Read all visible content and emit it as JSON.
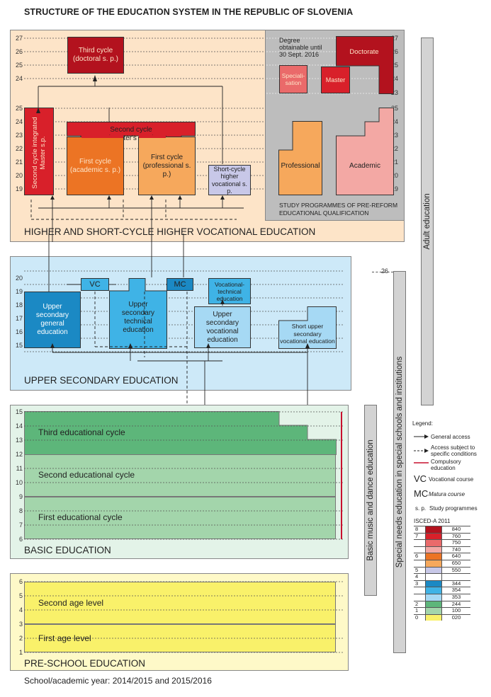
{
  "title": "STRUCTURE OF THE EDUCATION SYSTEM IN THE REPUBLIC OF SLOVENIA",
  "footer": "School/academic year: 2014/2015 and 2015/2016",
  "higher": {
    "label": "HIGHER AND SHORT-CYCLE HIGHER VOCATIONAL EDUCATION",
    "ticks_top": [
      "27",
      "26",
      "25",
      "24"
    ],
    "ticks_bottom": [
      "25",
      "24",
      "23",
      "22",
      "21",
      "20",
      "19"
    ],
    "ticks_right_top": [
      "27",
      "26",
      "25",
      "24",
      "23"
    ],
    "ticks_right_bottom": [
      "25",
      "24",
      "23",
      "22",
      "21",
      "20",
      "19"
    ],
    "third_cycle": "Third cycle",
    "third_cycle_sub": "(doctoral s. p.)",
    "second_cycle": "Second cycle",
    "second_cycle_sub": "(Master's s. p.)",
    "second_integrated_1": "Second cycle integrated",
    "second_integrated_2": "Master s.p.",
    "first_acad_1": "First cycle",
    "first_acad_2": "(academic s. p.)",
    "first_prof_1": "First cycle",
    "first_prof_2": "(professional s. p.)",
    "short_cycle_1": "Short-cycle",
    "short_cycle_2": "higher",
    "short_cycle_3": "vocational s. p.",
    "degree_note_1": "Degree",
    "degree_note_2": "obtainable until",
    "degree_note_3": "30 Sept. 2016",
    "doctorate": "Doctorate",
    "master": "Master",
    "specialisation_1": "Speciali-",
    "specialisation_2": "sation",
    "professional": "Professional",
    "academic": "Academic",
    "prereform_1": "STUDY PROGRAMMES OF PRE-REFORM",
    "prereform_2": "EDUCATIONAL QUALIFICATION"
  },
  "upper": {
    "label": "UPPER SECONDARY EDUCATION",
    "ticks": [
      "20",
      "19",
      "18",
      "17",
      "16",
      "15"
    ],
    "vc": "VC",
    "mc": "MC",
    "general_1": "Upper",
    "general_2": "secondary",
    "general_3": "general",
    "general_4": "education",
    "technical_1": "Upper",
    "technical_2": "secondary",
    "technical_3": "technical",
    "technical_4": "education",
    "vocational_1": "Upper",
    "vocational_2": "secondary",
    "vocational_3": "vocational",
    "vocational_4": "education",
    "voctech_1": "Vocational-",
    "voctech_2": "technical",
    "voctech_3": "education",
    "short_1": "Short upper",
    "short_2": "secondary",
    "short_3": "vocational education"
  },
  "basic": {
    "label": "BASIC EDUCATION",
    "ticks": [
      "15",
      "14",
      "13",
      "12",
      "11",
      "10",
      "9",
      "8",
      "7",
      "6"
    ],
    "third": "Third educational cycle",
    "second": "Second educational cycle",
    "first": "First educational cycle"
  },
  "preschool": {
    "label": "PRE-SCHOOL EDUCATION",
    "ticks": [
      "6",
      "5",
      "4",
      "3",
      "2",
      "1"
    ],
    "second": "Second age level",
    "first": "First age level"
  },
  "side": {
    "adult": "Adult education",
    "special": "Special needs education in special schools and institutions",
    "special_age": "26",
    "music": "Basic music and dance education"
  },
  "legend": {
    "title": "Legend:",
    "general": "General access",
    "conditional_1": "Access subject to",
    "conditional_2": "specific conditions",
    "compulsory_1": "Compulsory",
    "compulsory_2": "education",
    "vc_abbr": "VC",
    "vc_text": "Vocational course",
    "mc_abbr": "MC",
    "mc_text": "Matura course",
    "sp_abbr": "s. p.",
    "sp_text": "Study programmes",
    "isced_title": "ISCED-A 2011",
    "rows": [
      {
        "level": "8",
        "code": "840",
        "color": "#b3121e"
      },
      {
        "level": "7",
        "code": "760",
        "color": "#d8202a"
      },
      {
        "level": "",
        "code": "750",
        "color": "#ea6a6a"
      },
      {
        "level": "",
        "code": "740",
        "color": "#f3a8a4"
      },
      {
        "level": "6",
        "code": "640",
        "color": "#ec7424"
      },
      {
        "level": "",
        "code": "650",
        "color": "#f6a85c"
      },
      {
        "level": "5",
        "code": "550",
        "color": "#c8c8e8"
      },
      {
        "level": "4",
        "code": "",
        "color": "#ffffff"
      },
      {
        "level": "3",
        "code": "344",
        "color": "#1b89c4"
      },
      {
        "level": "",
        "code": "354",
        "color": "#3fb3e6"
      },
      {
        "level": "",
        "code": "353",
        "color": "#a6d9f4"
      },
      {
        "level": "2",
        "code": "244",
        "color": "#5db67a"
      },
      {
        "level": "1",
        "code": "100",
        "color": "#a3d5ab"
      },
      {
        "level": "0",
        "code": "020",
        "color": "#f9f16a"
      }
    ]
  }
}
